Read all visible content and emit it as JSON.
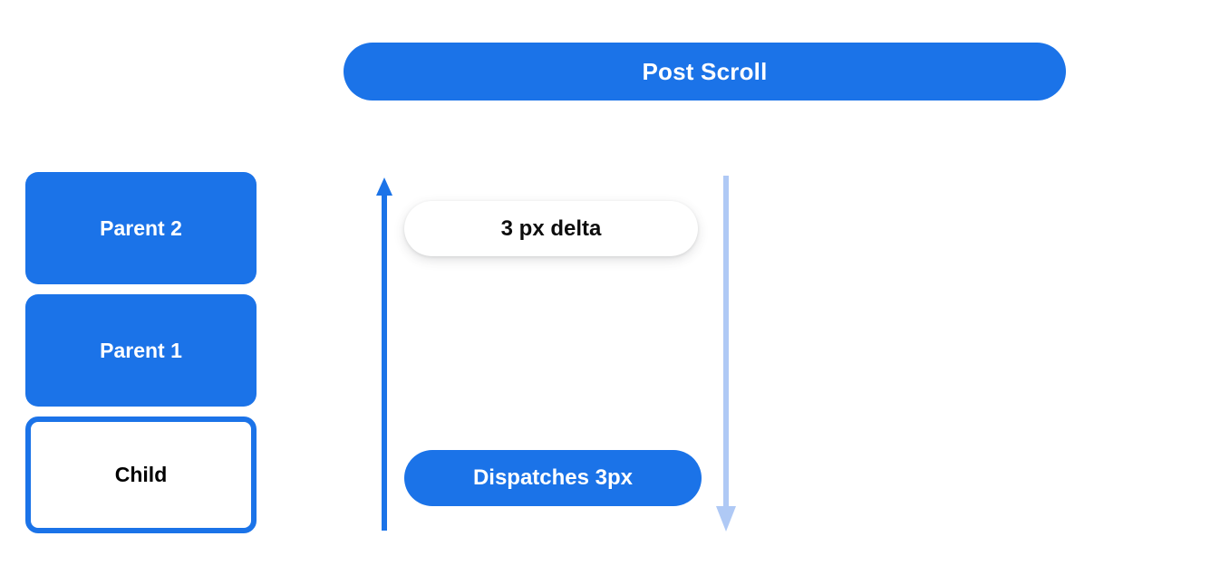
{
  "header": {
    "title": "Post Scroll",
    "color": "#1B73E8",
    "text_color": "#ffffff"
  },
  "node_stack": {
    "items": [
      {
        "label": "Parent 2",
        "style": "filled",
        "fill": "#1B73E8",
        "text_color": "#ffffff"
      },
      {
        "label": "Parent 1",
        "style": "filled",
        "fill": "#1B73E8",
        "text_color": "#ffffff"
      },
      {
        "label": "Child",
        "style": "outlined",
        "fill": "#ffffff",
        "border_color": "#1B73E8",
        "text_color": "#000000"
      }
    ]
  },
  "flow": {
    "up_arrow": {
      "icon": "arrow-up-icon",
      "direction": "up",
      "color": "#1B73E8"
    },
    "down_arrow": {
      "icon": "arrow-down-icon",
      "direction": "down",
      "color": "#AFC9F5"
    },
    "delta_badge": {
      "label": "3 px delta",
      "fill": "#ffffff",
      "text_color": "#0d0d0d"
    },
    "dispatch_badge": {
      "label": "Dispatches 3px",
      "fill": "#1B73E8",
      "text_color": "#ffffff"
    }
  }
}
